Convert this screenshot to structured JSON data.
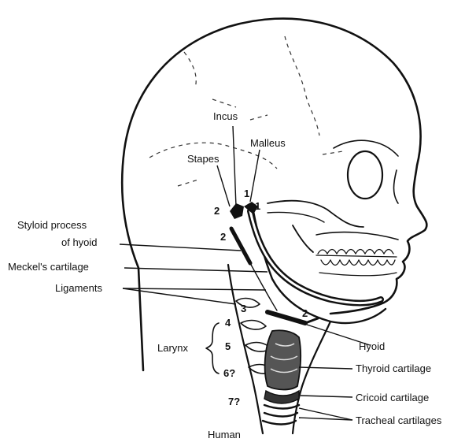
{
  "labels": {
    "incus": "Incus",
    "malleus": "Malleus",
    "stapes": "Stapes",
    "styloid_line1": "Styloid process",
    "styloid_line2": "of hyoid",
    "meckels": "Meckel's cartilage",
    "ligaments": "Ligaments",
    "larynx": "Larynx",
    "hyoid": "Hyoid",
    "thyroid": "Thyroid cartilage",
    "cricoid": "Cricoid cartilage",
    "tracheal": "Tracheal cartilages",
    "caption": "Human"
  },
  "numbers": {
    "malleus_1": "1",
    "incus_1": "1",
    "stapes_2": "2",
    "styloid_2": "2",
    "hyoid_2": "2",
    "arch_3": "3",
    "arch_4": "4",
    "arch_5": "5",
    "arch_6": "6?",
    "arch_7": "7?"
  }
}
